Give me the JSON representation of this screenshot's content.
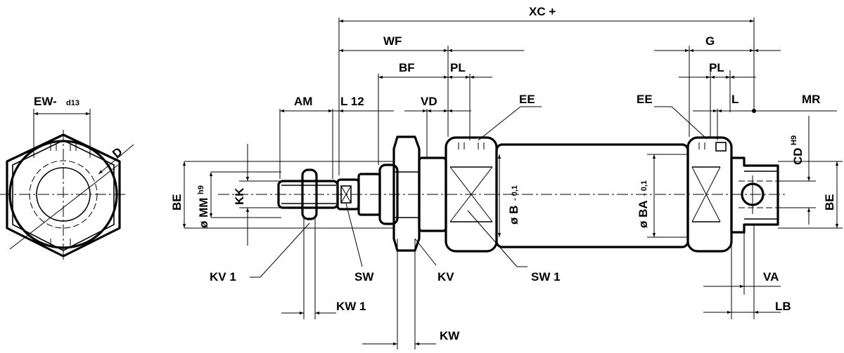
{
  "labels": {
    "xc": "XC +",
    "wf": "WF",
    "g": "G",
    "bf": "BF",
    "pl_left": "PL",
    "pl_right": "PL",
    "am": "AM",
    "l12": "L 12",
    "vd": "VD",
    "ee_left": "EE",
    "ee_right": "EE",
    "l": "L",
    "mr": "MR",
    "ew": "EW-",
    "ew_sub": "d13",
    "d": "D",
    "be_left": "BE",
    "mm": "ø MM",
    "mm_sub": "h9",
    "kk": "KK",
    "b": "ø B",
    "b_sub": "- 0,1",
    "ba": "ø BA",
    "ba_sub": "- 0,1",
    "cd": "CD",
    "cd_sub": "H9",
    "be_right": "BE",
    "kv1": "KV 1",
    "sw": "SW",
    "kv": "KV",
    "sw1": "SW 1",
    "va": "VA",
    "kw1": "KW 1",
    "lb": "LB",
    "kw": "KW"
  }
}
